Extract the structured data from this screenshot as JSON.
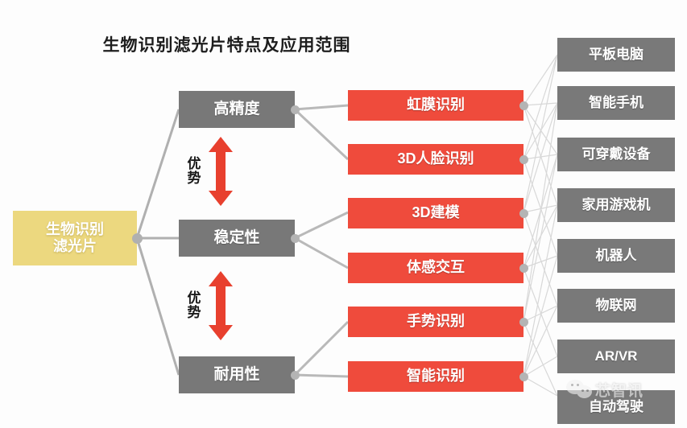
{
  "title": "生物识别滤光片特点及应用范围",
  "colors": {
    "root": "#ECD87F",
    "feature": "#787878",
    "function": "#EF4B3C",
    "application": "#797979",
    "arrow": "#E8402E",
    "connector": "#B0B0B0",
    "background": "#FDFDFD"
  },
  "root": {
    "label": "生物识别\n滤光片"
  },
  "features": [
    {
      "label": "高精度"
    },
    {
      "label": "稳定性"
    },
    {
      "label": "耐用性"
    }
  ],
  "advantages": [
    {
      "label": "优\n势",
      "icon": "double-arrow-vertical-icon"
    },
    {
      "label": "优\n势",
      "icon": "double-arrow-vertical-icon"
    }
  ],
  "functions": [
    {
      "label": "虹膜识别"
    },
    {
      "label": "3D人脸识别"
    },
    {
      "label": "3D建模"
    },
    {
      "label": "体感交互"
    },
    {
      "label": "手势识别"
    },
    {
      "label": "智能识别"
    }
  ],
  "applications": [
    {
      "label": "平板电脑"
    },
    {
      "label": "智能手机"
    },
    {
      "label": "可穿戴设备"
    },
    {
      "label": "家用游戏机"
    },
    {
      "label": "机器人"
    },
    {
      "label": "物联网"
    },
    {
      "label": "AR/VR"
    },
    {
      "label": "自动驾驶"
    }
  ],
  "watermark": {
    "text": "芯智讯",
    "icon": "wechat-icon"
  }
}
